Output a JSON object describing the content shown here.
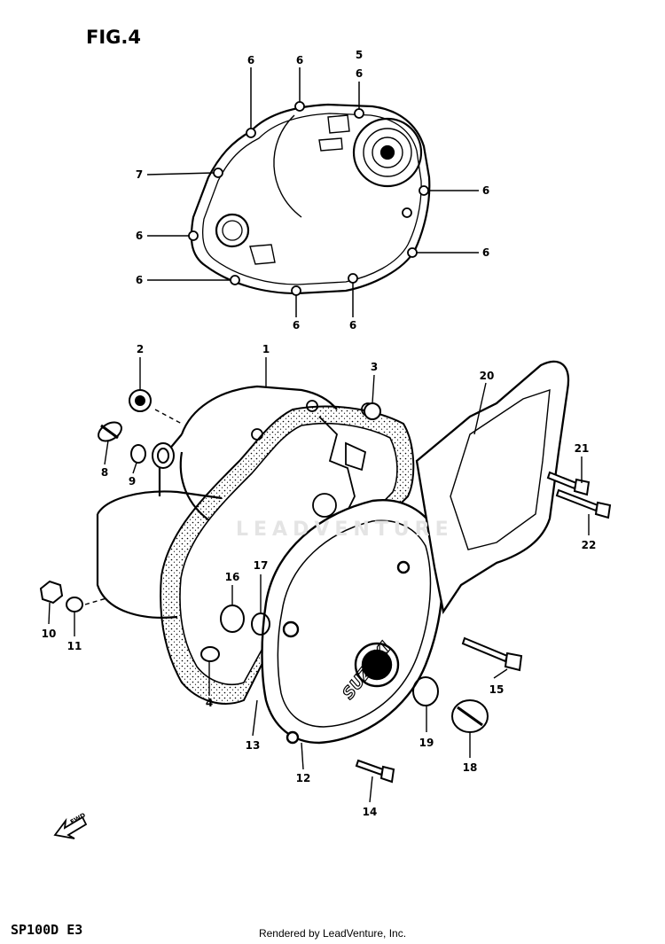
{
  "figure": {
    "title": "FIG.4",
    "model_code": "SP100D E3",
    "watermark": "LEADVENTURE",
    "credit": "Rendered by LeadVenture, Inc.",
    "orientation_mark": "FWD"
  },
  "callouts": [
    {
      "id": "c-6a",
      "label": "6"
    },
    {
      "id": "c-6b",
      "label": "6"
    },
    {
      "id": "c-5",
      "label": "5"
    },
    {
      "id": "c-6c",
      "label": "6"
    },
    {
      "id": "c-7",
      "label": "7"
    },
    {
      "id": "c-6d",
      "label": "6"
    },
    {
      "id": "c-6e",
      "label": "6"
    },
    {
      "id": "c-6f",
      "label": "6"
    },
    {
      "id": "c-6g",
      "label": "6"
    },
    {
      "id": "c-6h",
      "label": "6"
    },
    {
      "id": "c-6i",
      "label": "6"
    },
    {
      "id": "c-2",
      "label": "2"
    },
    {
      "id": "c-1",
      "label": "1"
    },
    {
      "id": "c-3",
      "label": "3"
    },
    {
      "id": "c-20",
      "label": "20"
    },
    {
      "id": "c-8",
      "label": "8"
    },
    {
      "id": "c-9",
      "label": "9"
    },
    {
      "id": "c-21",
      "label": "21"
    },
    {
      "id": "c-22",
      "label": "22"
    },
    {
      "id": "c-16",
      "label": "16"
    },
    {
      "id": "c-17",
      "label": "17"
    },
    {
      "id": "c-10",
      "label": "10"
    },
    {
      "id": "c-11",
      "label": "11"
    },
    {
      "id": "c-4",
      "label": "4"
    },
    {
      "id": "c-15",
      "label": "15"
    },
    {
      "id": "c-13",
      "label": "13"
    },
    {
      "id": "c-19",
      "label": "19"
    },
    {
      "id": "c-12",
      "label": "12"
    },
    {
      "id": "c-18",
      "label": "18"
    },
    {
      "id": "c-14",
      "label": "14"
    }
  ]
}
